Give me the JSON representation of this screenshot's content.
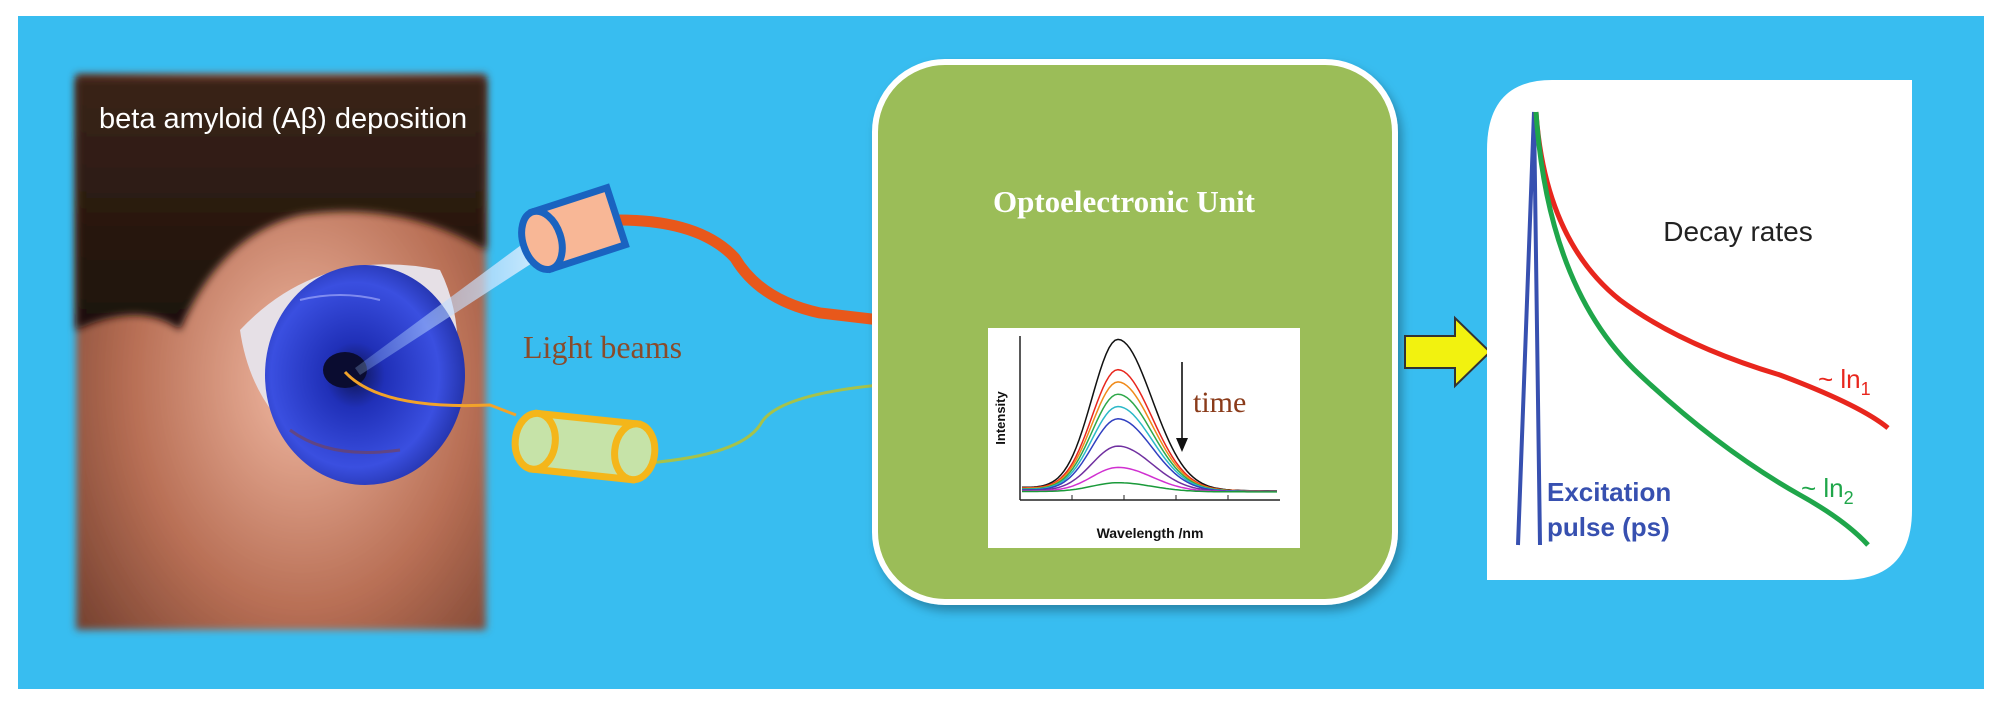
{
  "colors": {
    "background": "#38bdf0",
    "unit_fill": "#9bbd58",
    "fiber_out": "#e8581b",
    "fiber_in": "#a6c24a",
    "arrow": "#f2f20f",
    "decay_fast": "#1fa64a",
    "decay_slow": "#e8261d",
    "pulse": "#3750b0",
    "light_beams_text": "#8a4b2a",
    "time_text": "#8a3b1a"
  },
  "eye_panel": {
    "caption": "beta amyloid (Aβ) deposition"
  },
  "light_beams_label": "Light beams",
  "optoelectronic_unit": {
    "title": "Optoelectronic Unit",
    "spectrum_chart": {
      "ylabel": "Intensity",
      "xlabel": "Wavelength /nm",
      "annotation": "time",
      "series_colors": [
        "#111111",
        "#e8261d",
        "#f08a1a",
        "#2fa84a",
        "#2bb8c8",
        "#3040c0",
        "#7030a0",
        "#d030d0",
        "#1a9a3a"
      ],
      "peak_heights": [
        1.0,
        0.8,
        0.72,
        0.64,
        0.56,
        0.48,
        0.3,
        0.16,
        0.06
      ]
    }
  },
  "decay_panel": {
    "title": "Decay rates",
    "slow_label": "~ ln",
    "slow_sub": "1",
    "fast_label": "~ ln",
    "fast_sub": "2",
    "pulse_label_line1": "Excitation",
    "pulse_label_line2": "pulse (ps)"
  }
}
